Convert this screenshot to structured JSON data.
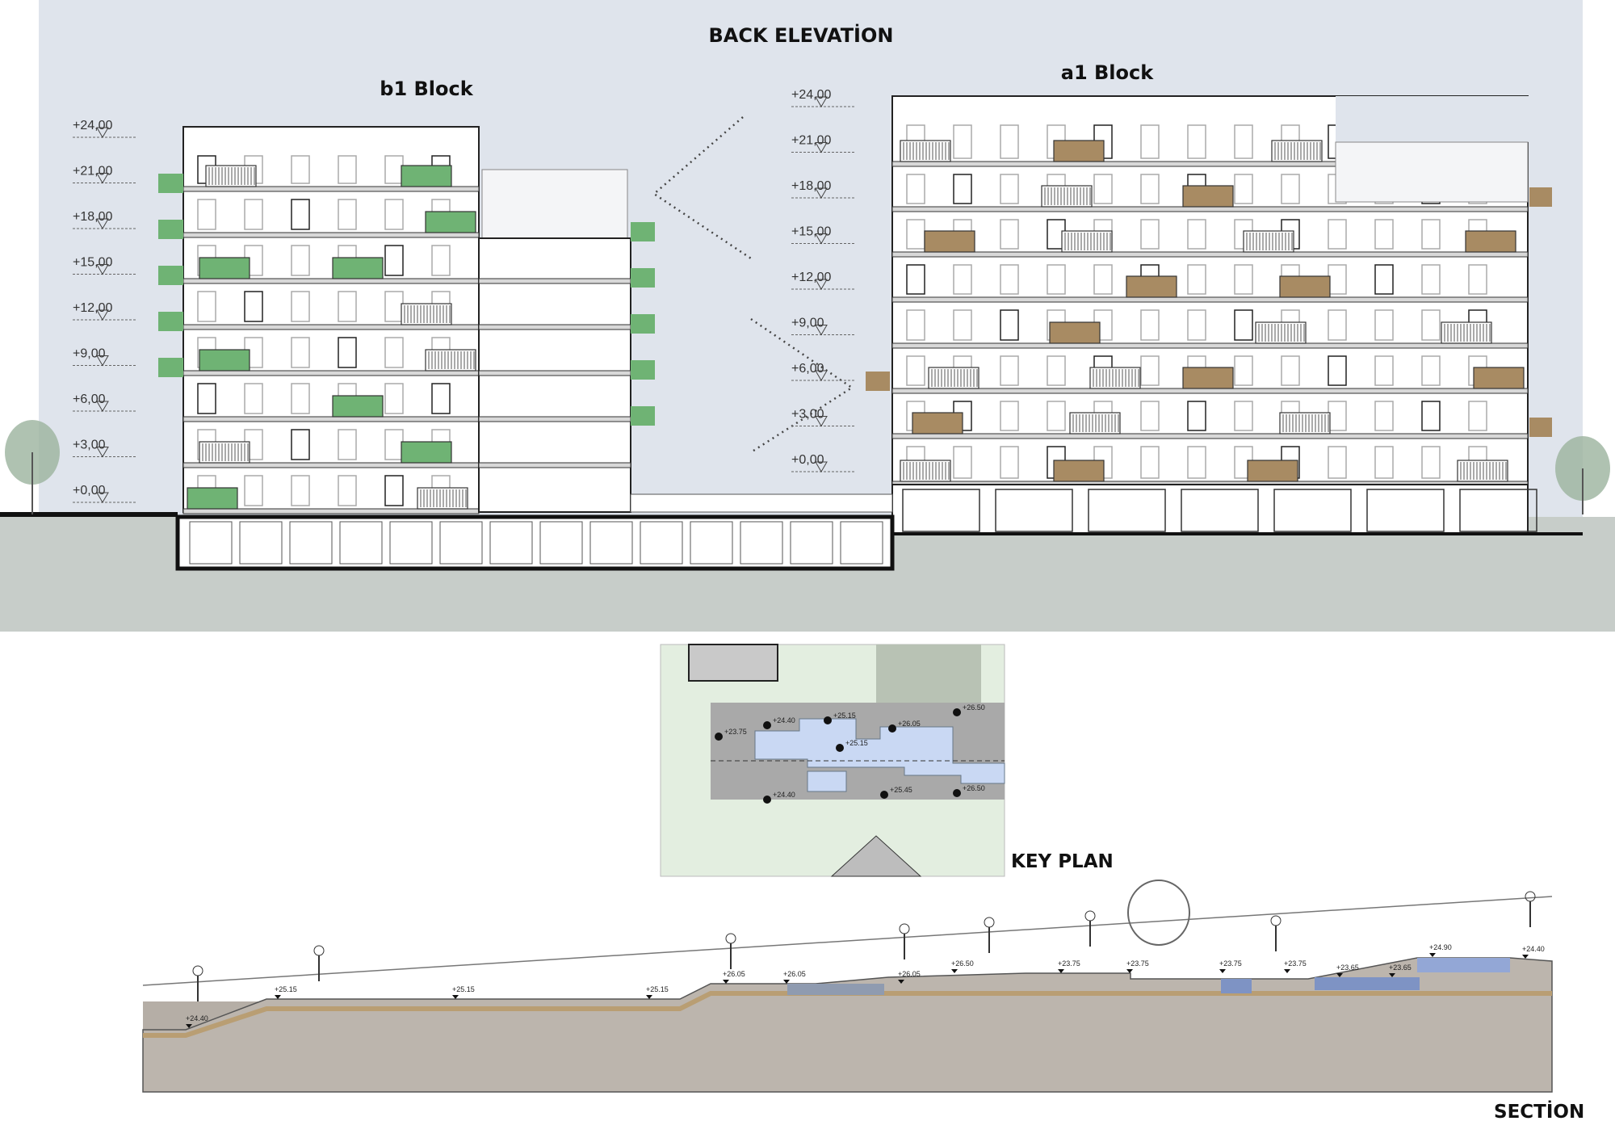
{
  "titles": {
    "back_elevation": "BACK ELEVATİON",
    "b1_block": "b1 Block",
    "a1_block": "a1 Block",
    "key_plan": "KEY PLAN",
    "section": "SECTİON"
  },
  "b1_levels": [
    "+24,00",
    "+21,00",
    "+18,00",
    "+15,00",
    "+12,00",
    "+9,00",
    "+6,00",
    "+3,00",
    "+0,00"
  ],
  "a1_levels": [
    "+24,00",
    "+21,00",
    "+18,00",
    "+15,00",
    "+12,00",
    "+9,00",
    "+6,00",
    "+3,00",
    "+0,00"
  ],
  "key_plan_levels": [
    "+23.75",
    "+24.40",
    "+25.15",
    "+25.15",
    "+26.05",
    "+26.50",
    "+24.40",
    "+25.45",
    "+26.50"
  ],
  "section_levels": [
    "+24.40",
    "+25.15",
    "+25.15",
    "+25.15",
    "+26.05",
    "+26.05",
    "+26.05",
    "+26.50",
    "+23.75",
    "+23.75",
    "+23.75",
    "+23.75",
    "+23.65",
    "+23.65",
    "+24.90",
    "+24.40"
  ],
  "colors": {
    "sky": "#dfe4ec",
    "ground": "#c7cdc9",
    "b1_balcony": "#6fb374",
    "a1_balcony": "#a88b63",
    "water": "#c9d8f3",
    "earth": "#b5aea6"
  }
}
